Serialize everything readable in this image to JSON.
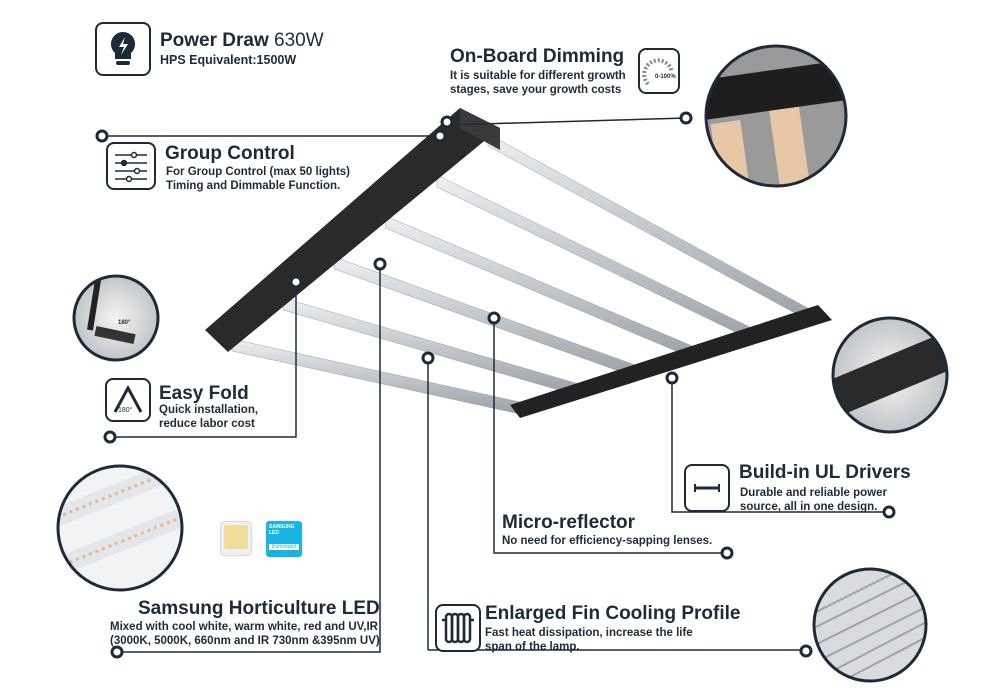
{
  "power": {
    "title": "Power Draw",
    "value": "630W",
    "subtitle": "HPS Equivalent:1500W"
  },
  "dimming": {
    "title": "On-Board Dimming",
    "desc_line1": "It is suitable for different growth",
    "desc_line2": "stages, save your growth costs",
    "icon_label": "0-100%"
  },
  "group_control": {
    "title": "Group Control",
    "desc_line1": "For Group Control (max 50 lights)",
    "desc_line2": "Timing and Dimmable Function."
  },
  "easy_fold": {
    "title": "Easy Fold",
    "desc_line1": "Quick installation,",
    "desc_line2": "reduce labor cost",
    "icon_label": "180°",
    "detail_label": "180°"
  },
  "drivers": {
    "title": "Build-in UL Drivers",
    "desc_line1": "Durable and reliable power",
    "desc_line2": "source, all in one design."
  },
  "reflector": {
    "title": "Micro-reflector",
    "desc": "No need for efficiency-sapping lenses."
  },
  "led": {
    "title": "Samsung Horticulture LED",
    "desc_line1": "Mixed with cool white, warm white, red and UV,IR",
    "desc_line2": "(3000K, 5000K, 660nm and IR 730nm &395nm UV)",
    "badge_brand": "SAMSUNG",
    "badge_type": "LED",
    "badge_sub": "Illuminated"
  },
  "cooling": {
    "title": "Enlarged Fin Cooling Profile",
    "desc_line1": "Fast heat dissipation, increase the life",
    "desc_line2": "span of the lamp."
  },
  "colors": {
    "ink": "#1f2a38",
    "rail": "#2b2b2b",
    "bar": "#c9cdd2",
    "badge": "#19b4e6"
  }
}
